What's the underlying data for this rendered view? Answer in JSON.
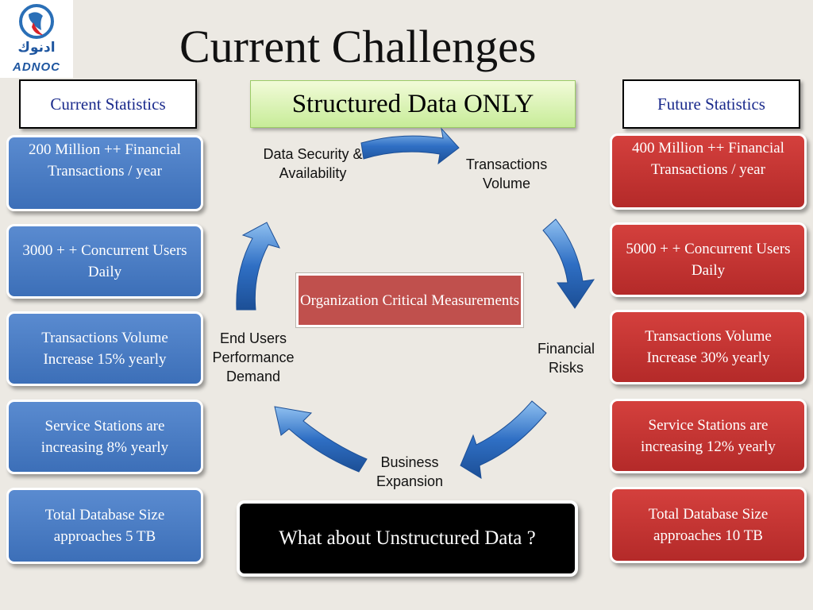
{
  "logo": {
    "arabic": "ادنوك",
    "english": "ADNOC"
  },
  "title": "Current Challenges",
  "headers": {
    "current": "Current Statistics",
    "structured": "Structured Data ONLY",
    "future": "Future Statistics"
  },
  "current_stats": [
    "200 Million ++ Financial Transactions / year",
    "3000 + + Concurrent Users Daily",
    "Transactions Volume Increase 15% yearly",
    "Service Stations are increasing  8% yearly",
    "Total Database Size approaches 5 TB"
  ],
  "future_stats": [
    "400 Million ++ Financial Transactions / year",
    "5000 + + Concurrent Users Daily",
    "Transactions Volume Increase 30% yearly",
    "Service Stations are increasing  12% yearly",
    "Total Database Size approaches 10 TB"
  ],
  "cycle": {
    "center": "Organization Critical Measurements",
    "security": "Data Security & Availability",
    "transactions": "Transactions Volume",
    "financial": "Financial Risks",
    "business": "Business Expansion",
    "end_users": "End Users Performance Demand"
  },
  "question": "What about Unstructured Data ?",
  "colors": {
    "blue_box": "#4f81bd",
    "red_box": "#c0504d",
    "arrow": "#2f6fc4",
    "header_text": "#1a2a8c"
  }
}
